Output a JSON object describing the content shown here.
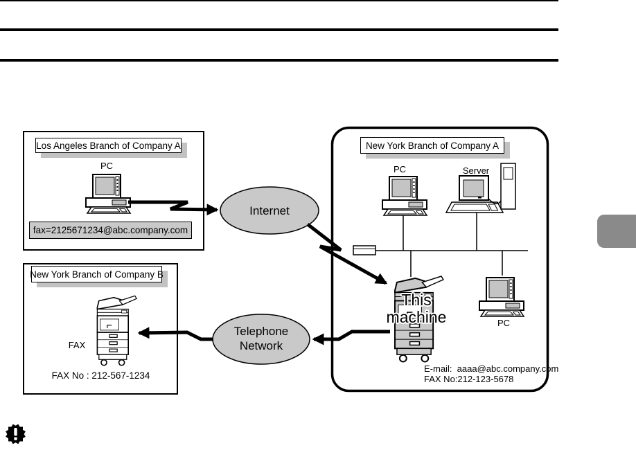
{
  "colors": {
    "gray-fill": "#c9c9c9",
    "screen-gray": "#c4c4c4",
    "shadow-gray": "#c2c2c2",
    "tab-gray": "#8a8a8a",
    "ink": "#000000"
  },
  "icons": {
    "important": "important-starburst-exclamation-icon"
  },
  "la_branch": {
    "title": "Los Angeles Branch of Company A",
    "pc_label": "PC",
    "fax_address": "fax=2125671234@abc.company.com"
  },
  "internet": {
    "label": "Internet"
  },
  "telephone": {
    "line1": "Telephone",
    "line2": "Network"
  },
  "ny_branch_a": {
    "title": "New York Branch of Company A",
    "pc_label": "PC",
    "server_label": "Server",
    "machine_line1": "This",
    "machine_line2": "machine",
    "pc2_label": "PC",
    "email": "E-mail:  aaaa@abc.company.com",
    "fax_no": "FAX No:212-123-5678"
  },
  "ny_branch_b": {
    "title": "New York Branch of Company B",
    "device_label": "FAX",
    "fax_no": "FAX No : 212-567-1234"
  }
}
